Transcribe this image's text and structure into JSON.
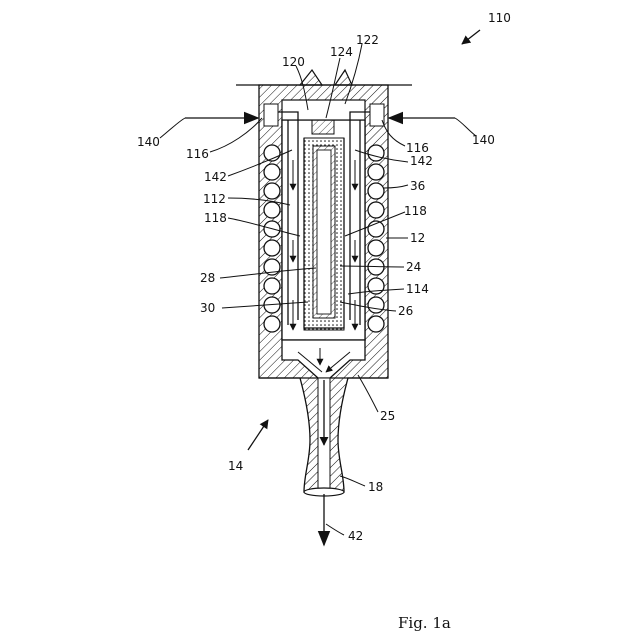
{
  "figure": {
    "caption": "Fig. 1a",
    "labels": {
      "l110": "110",
      "l120": "120",
      "l124": "124",
      "l122": "122",
      "l140_left": "140",
      "l140_right": "140",
      "l116_left": "116",
      "l116_right": "116",
      "l142_left": "142",
      "l142_right": "142",
      "l36": "36",
      "l112": "112",
      "l118_left": "118",
      "l118_right": "118",
      "l12": "12",
      "l28": "28",
      "l24": "24",
      "l114": "114",
      "l30": "30",
      "l26": "26",
      "l25": "25",
      "l14": "14",
      "l18": "18",
      "l42": "42"
    }
  }
}
